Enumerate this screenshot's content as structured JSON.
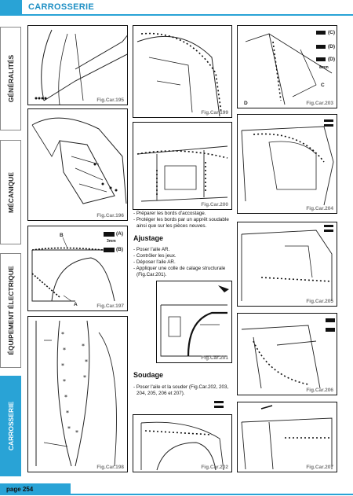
{
  "header": {
    "title": "CARROSSERIE"
  },
  "tabs": [
    {
      "label": "GÉNÉRALITÉS"
    },
    {
      "label": "MÉCANIQUE"
    },
    {
      "label": "ÉQUIPEMENT ÉLECTRIQUE"
    },
    {
      "label": "CARROSSERIE"
    }
  ],
  "figures": {
    "f195": "Fig.Car.195",
    "f196": "Fig.Car.196",
    "f197": "Fig.Car.197",
    "f198": "Fig.Car.198",
    "f199": "Fig.Car.199",
    "f200": "Fig.Car.200",
    "f201": "Fig.Car.201",
    "f202": "Fig.Car.202",
    "f203": "Fig.Car.203",
    "f204": "Fig.Car.204",
    "f205": "Fig.Car.205",
    "f206": "Fig.Car.206",
    "f207": "Fig.Car.207"
  },
  "callouts": {
    "f197_a": "A",
    "f197_b": "B",
    "f197_tag_a": "(A)",
    "f197_tag_b": "(B)",
    "f197_size": "3mm",
    "f203_c1": "(C)",
    "f203_d1": "(D)",
    "f203_d2": "(D)",
    "f203_c": "C",
    "f203_d": "D",
    "f203_size": "8mm"
  },
  "text": {
    "prep_1": "- Préparer les bords d'accostage.",
    "prep_2": "- Protéger les bords par un apprêt soudable",
    "prep_2b": "ainsi que sur les pièces neuves.",
    "ajustage_title": "Ajustage",
    "aj_1": "- Poser l'aile AR.",
    "aj_2": "- Contrôler les jeux.",
    "aj_3": "- Déposer l'aile AR.",
    "aj_4": "- Appliquer une colle de calage structurale",
    "aj_4b": "(Fig.Car.201).",
    "soudage_title": "Soudage",
    "so_1": "- Poser l'aile et la souder (Fig.Car.202, 203,",
    "so_1b": "204, 205, 206 et 207)."
  },
  "footer": {
    "page": "page 254"
  },
  "colors": {
    "accent": "#29a3d6"
  }
}
